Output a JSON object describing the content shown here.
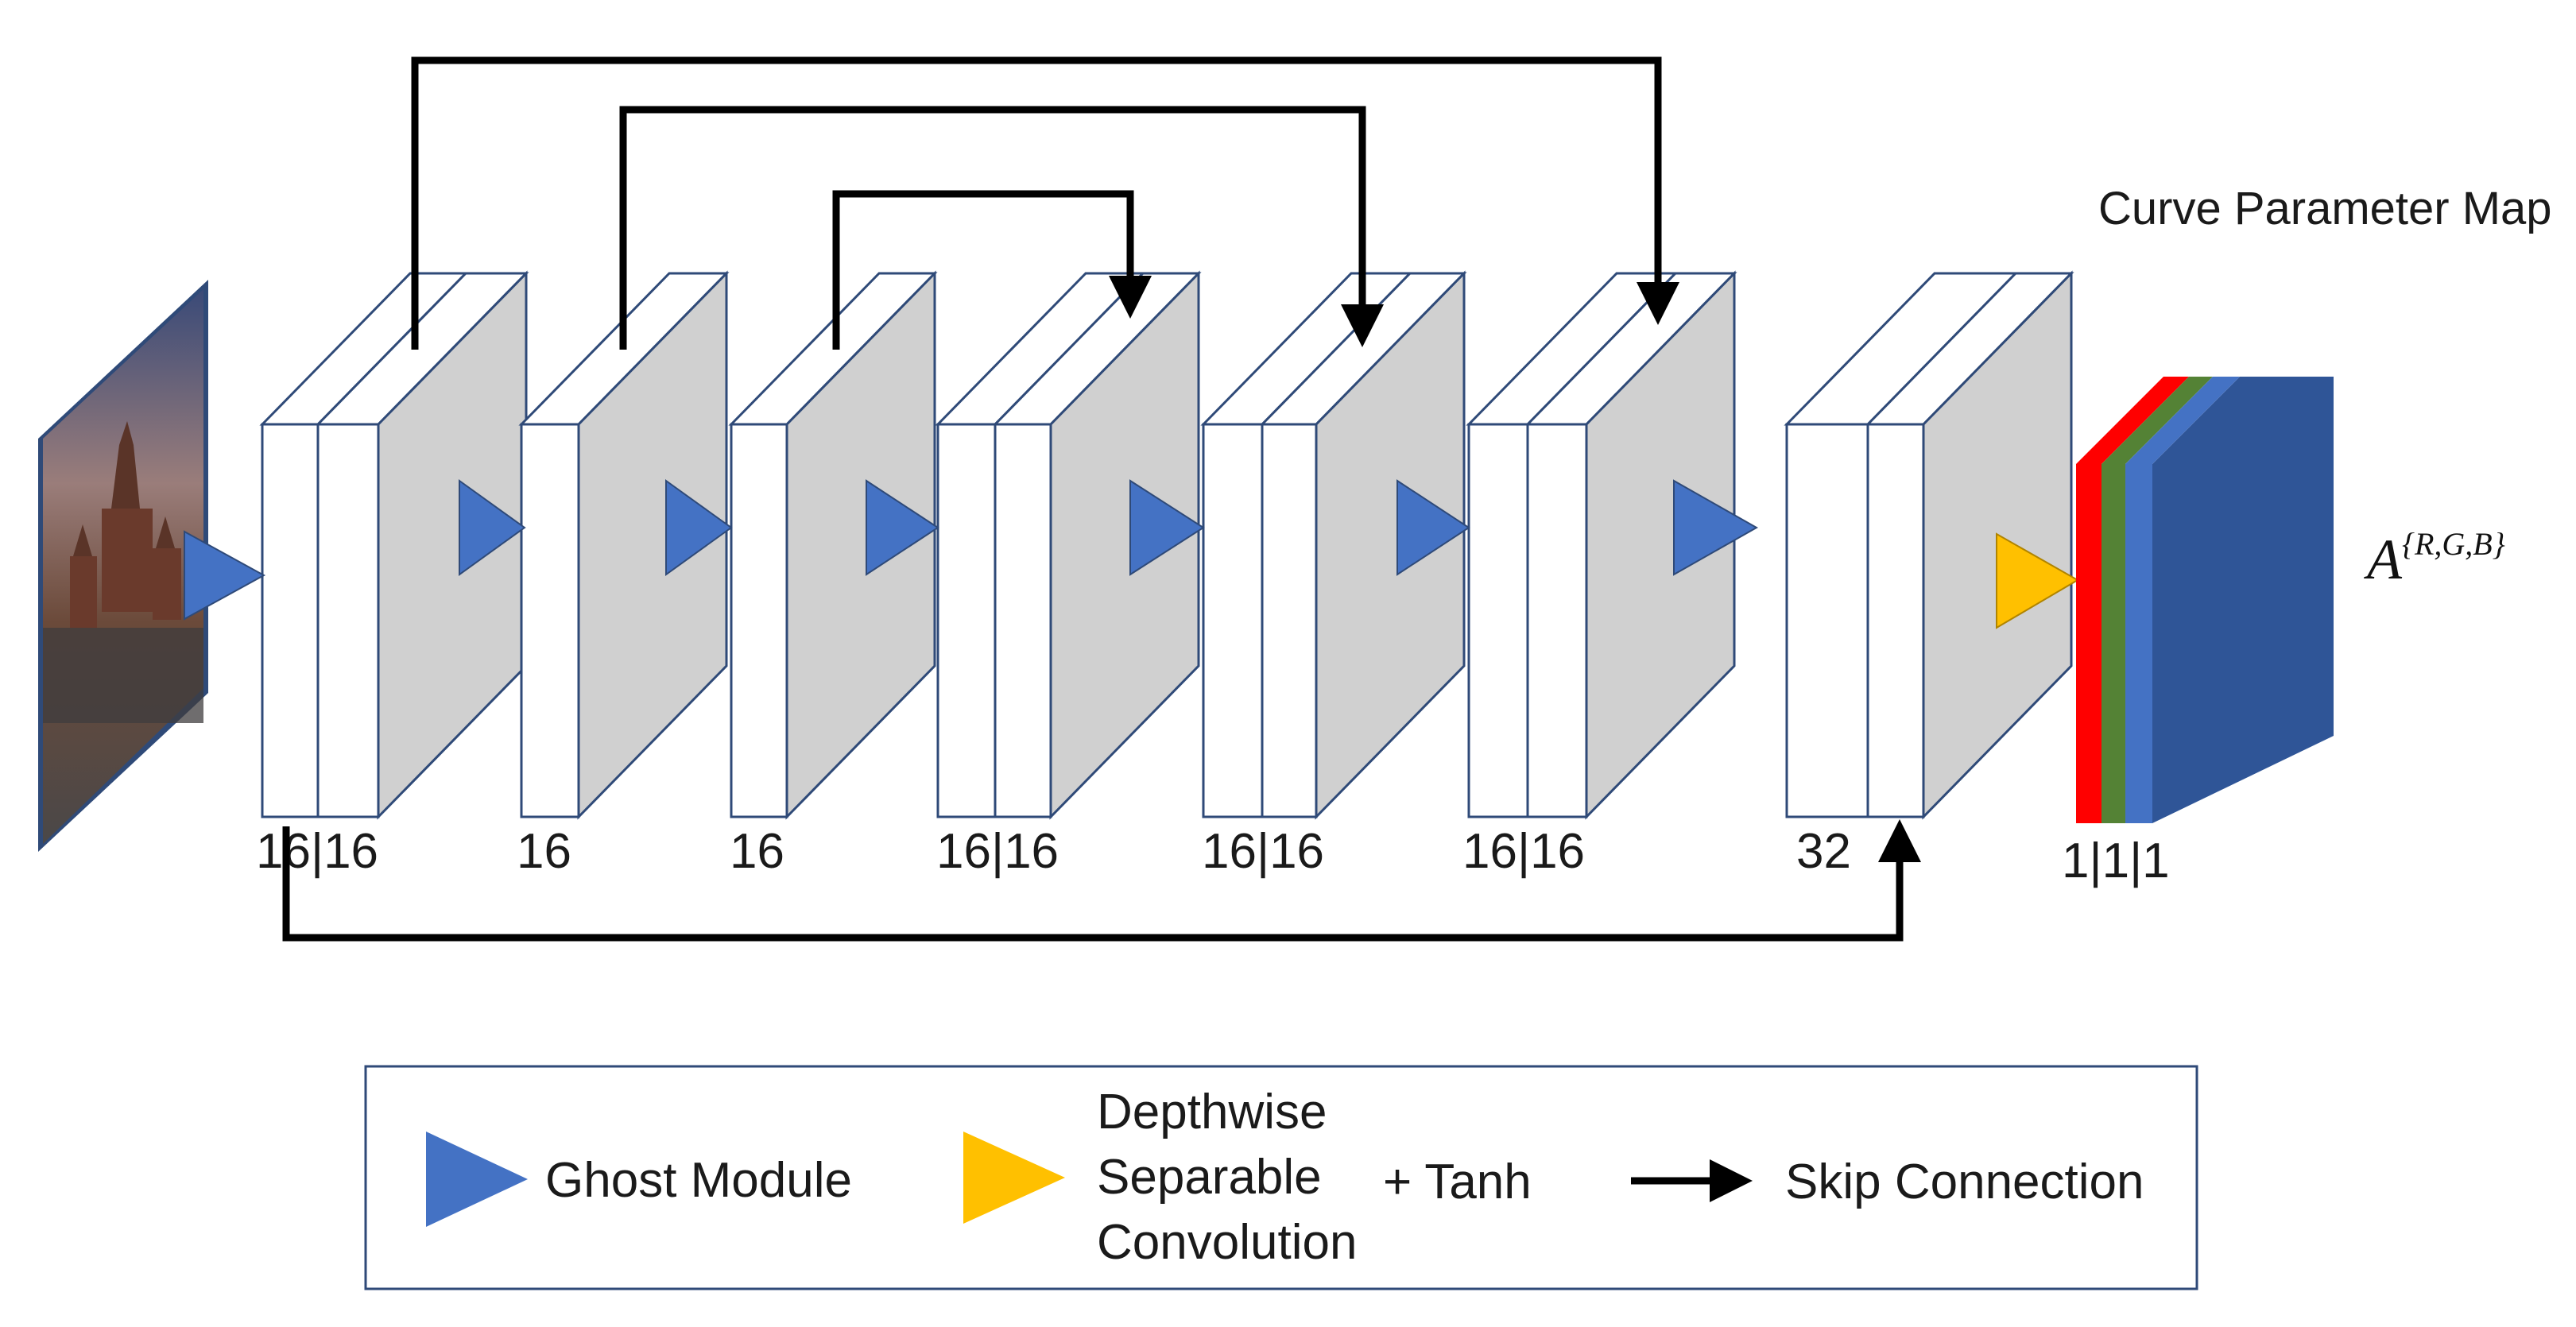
{
  "title": "Curve Parameter Map",
  "output_symbol": {
    "base": "A",
    "superscript": "{R,G,B}"
  },
  "layers": [
    {
      "channels": "16|16"
    },
    {
      "channels": "16"
    },
    {
      "channels": "16"
    },
    {
      "channels": "16|16"
    },
    {
      "channels": "16|16"
    },
    {
      "channels": "16|16"
    },
    {
      "channels": "32"
    },
    {
      "channels": "1|1|1"
    }
  ],
  "colors": {
    "ghost_module": "#4472c4",
    "dsc_tanh": "#ffc000",
    "block_face": "#d0d0d0",
    "output_red": "#ff0000",
    "output_green": "#548235",
    "output_blue": "#4472c4",
    "output_front": "#2f5597"
  },
  "legend": {
    "ghost_module_label": "Ghost Module",
    "dsc_lines": [
      "Depthwise",
      "Separable",
      "Convolution"
    ],
    "dsc_suffix": "+ Tanh",
    "skip_label": "Skip Connection",
    "ghost_icon": "triangle-right-icon",
    "dsc_icon": "triangle-right-icon",
    "skip_icon": "arrow-right-icon"
  }
}
